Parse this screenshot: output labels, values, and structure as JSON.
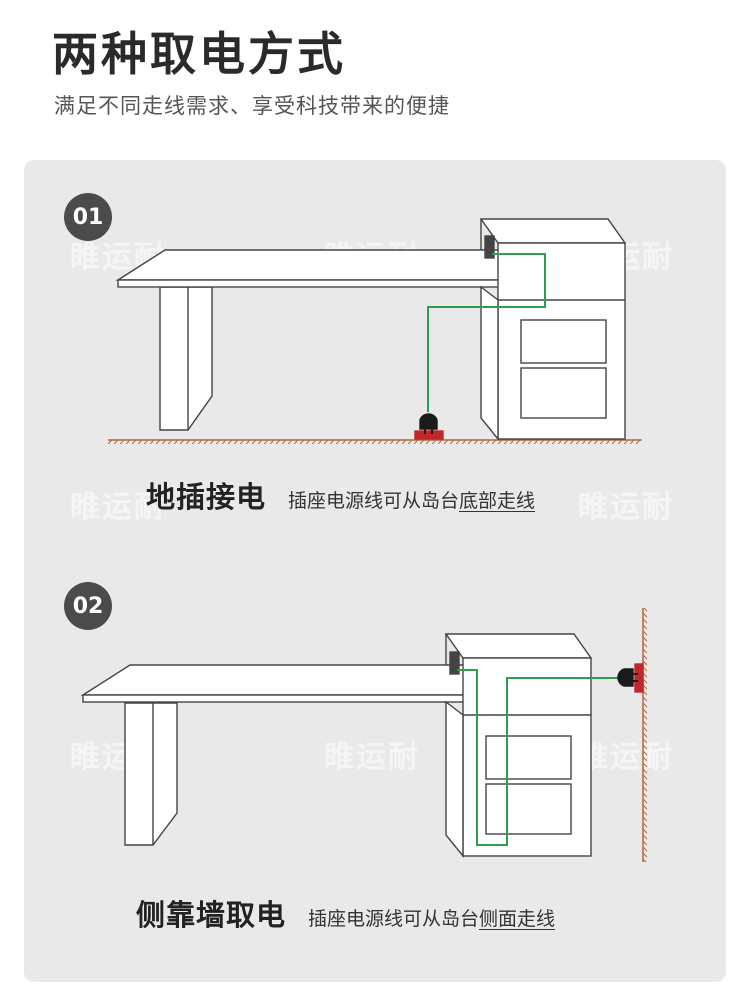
{
  "header": {
    "title": "两种取电方式",
    "subtitle": "满足不同走线需求、享受科技带来的便捷"
  },
  "watermark": "睢运耐",
  "sections": [
    {
      "number": "01",
      "method": "地插接电",
      "desc_prefix": "插座电源线可从岛台",
      "desc_highlight": "底部走线"
    },
    {
      "number": "02",
      "method": "侧靠墙取电",
      "desc_prefix": "插座电源线可从岛台",
      "desc_highlight": "侧面走线"
    }
  ],
  "colors": {
    "panel_bg": "#e9e9e9",
    "badge": "#4b4b4b",
    "wire": "#2e9e4a",
    "socket": "#c0272d",
    "ground": "#b5663a"
  }
}
